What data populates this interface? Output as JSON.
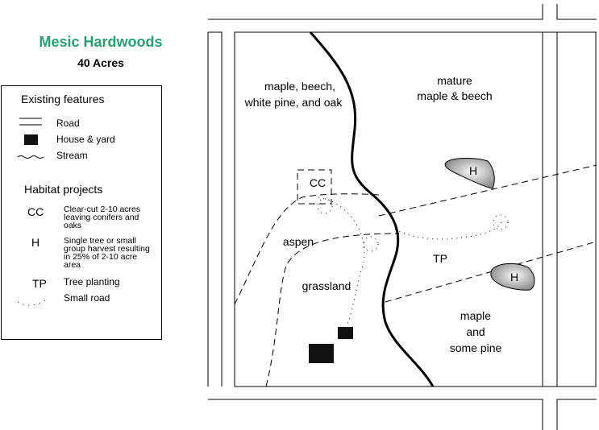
{
  "title": "Mesic Hardwoods",
  "subtitle": "40 Acres",
  "legend": {
    "existing_heading": "Existing features",
    "existing": [
      {
        "symbol": "road-line",
        "label": "Road"
      },
      {
        "symbol": "house-square",
        "label": "House & yard"
      },
      {
        "symbol": "stream-wave",
        "label": "Stream"
      }
    ],
    "projects_heading": "Habitat projects",
    "projects": [
      {
        "code": "CC",
        "label": "Clear-cut 2-10 acres leaving conifers and oaks"
      },
      {
        "code": "H",
        "label": "Single tree or small group harvest resulting in 25% of 2-10 acre area"
      },
      {
        "code": "TP",
        "label": "Tree planting"
      },
      {
        "code": "",
        "label": "Small road"
      }
    ]
  },
  "map": {
    "areas": {
      "nw_line1": "maple, beech,",
      "nw_line2": "white pine, and oak",
      "ne_line1": "mature",
      "ne_line2": "maple & beech",
      "aspen": "aspen",
      "grassland": "grassland",
      "se_line1": "maple",
      "se_line2": "and",
      "se_line3": "some pine"
    },
    "labels": {
      "cc": "CC",
      "h1": "H",
      "h2": "H",
      "tp": "TP"
    },
    "colors": {
      "title": "#2a9d6e",
      "harvest_fill": "#a8a8a8"
    }
  }
}
